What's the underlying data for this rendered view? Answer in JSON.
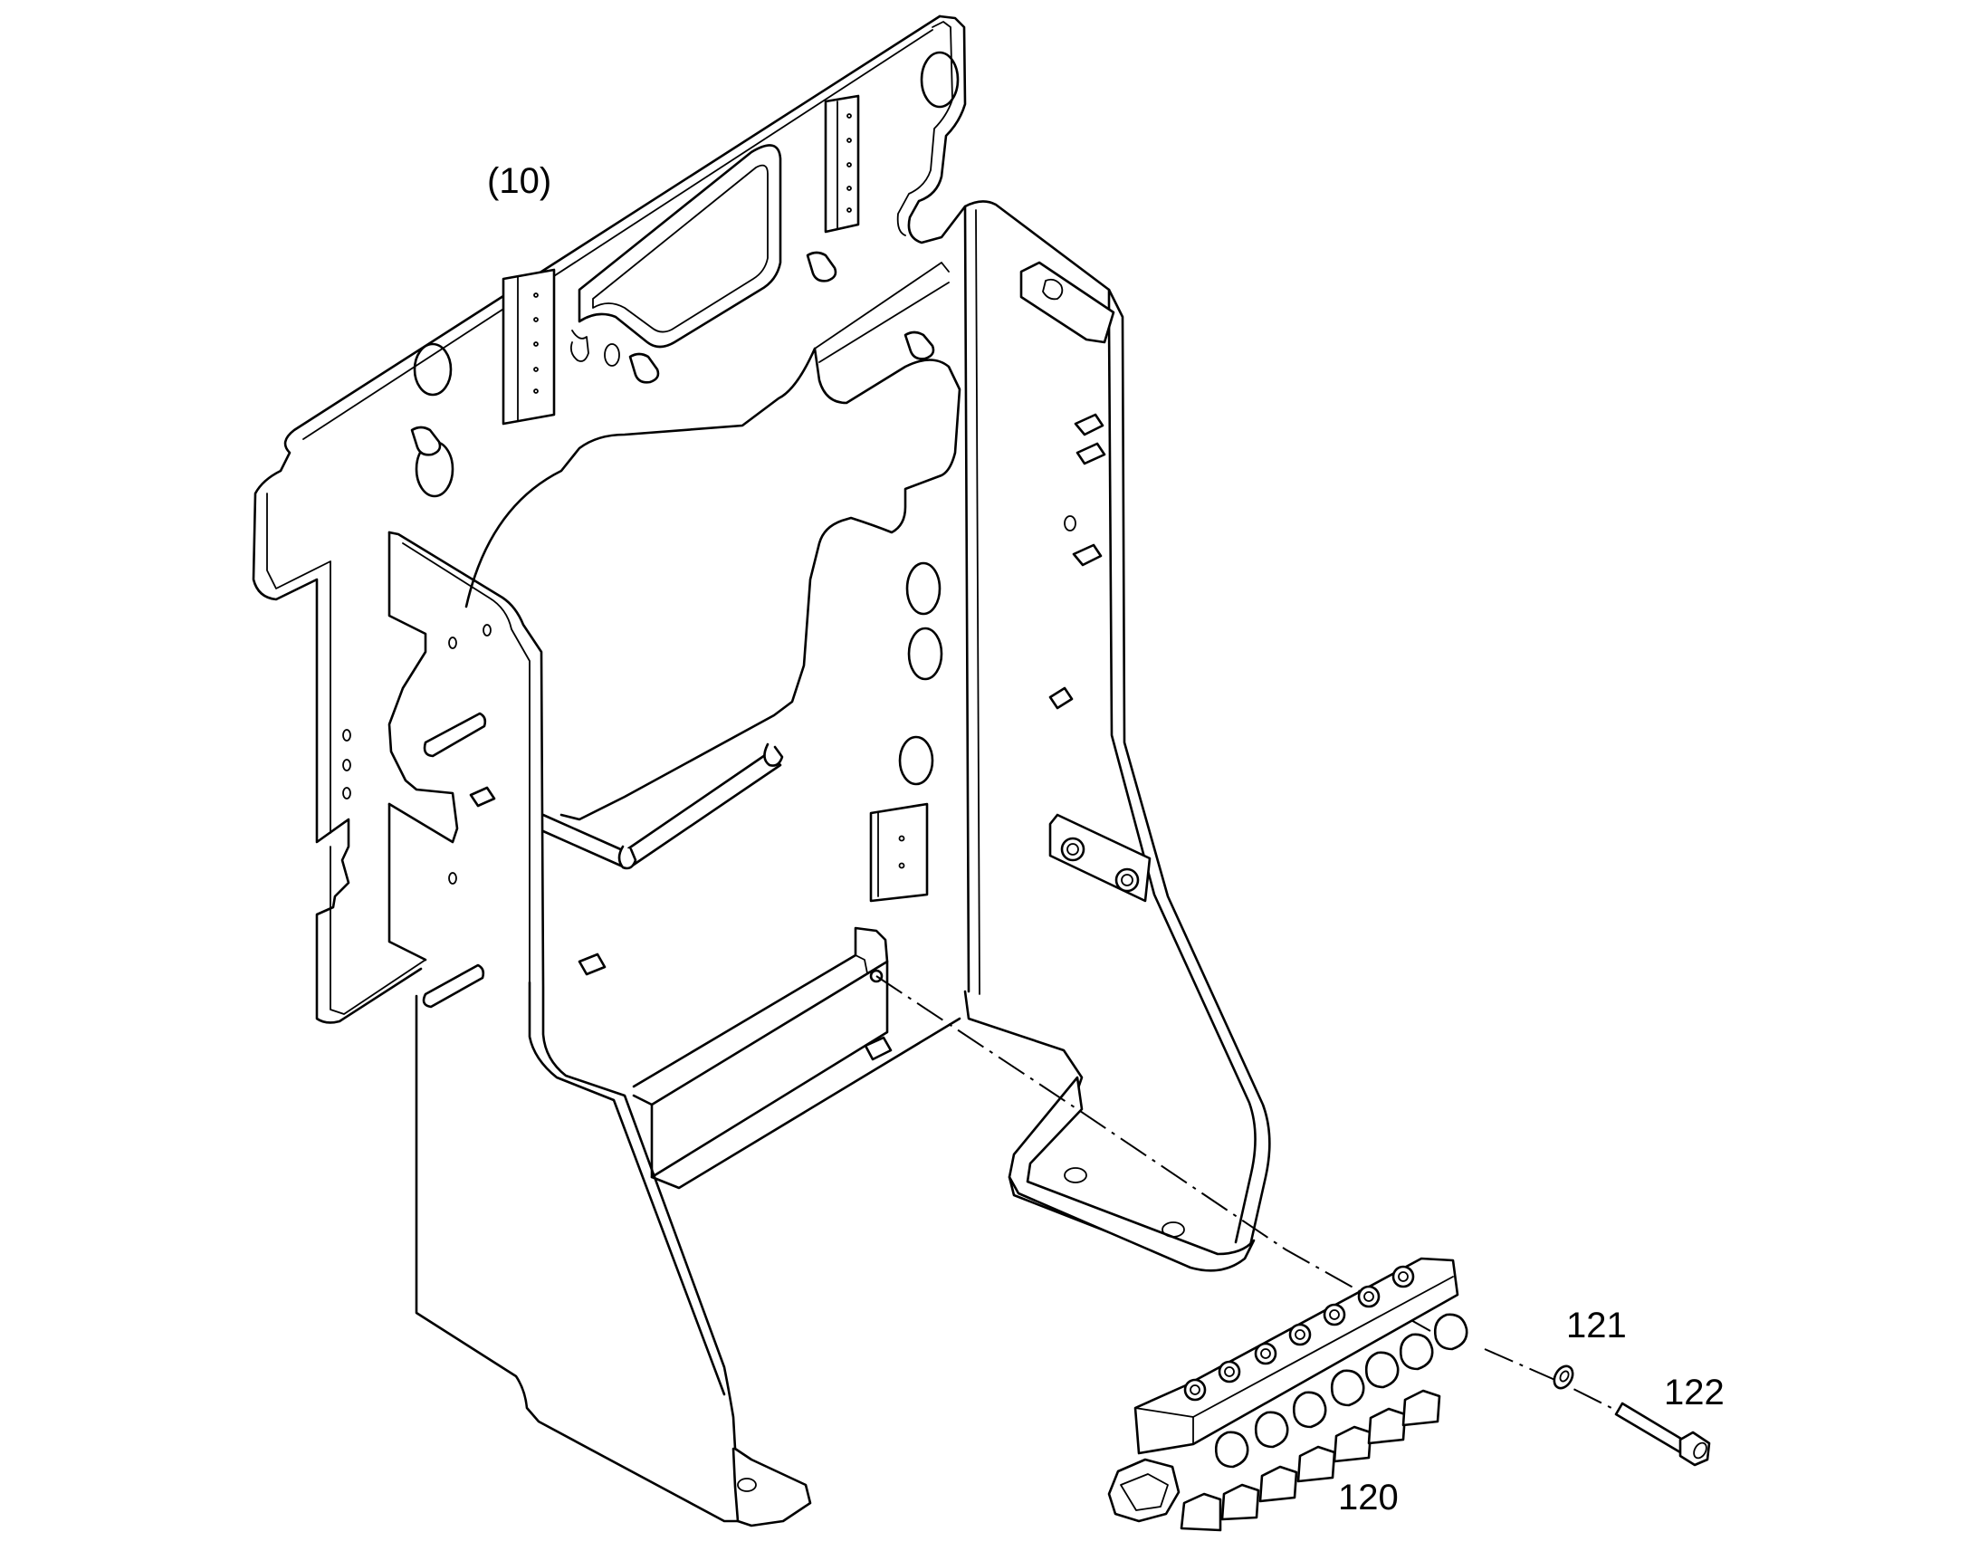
{
  "callouts": {
    "frame": "(10)",
    "manifold": "120",
    "washer": "121",
    "bolt": "122"
  },
  "line_color": "#000000",
  "background_color": "#ffffff"
}
